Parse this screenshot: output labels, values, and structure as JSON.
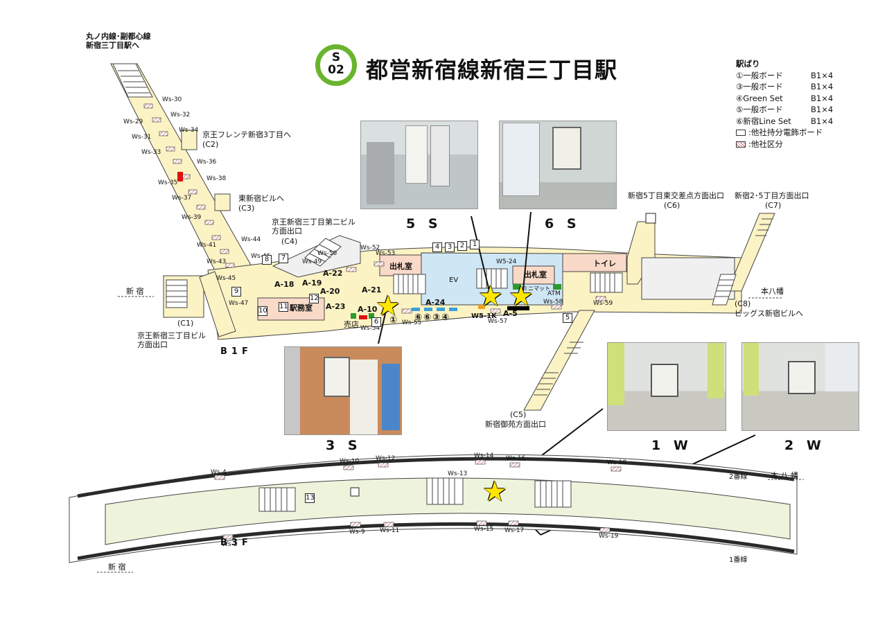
{
  "header": {
    "badge_line": "S",
    "badge_number": "02",
    "title": "都営新宿線新宿三丁目駅"
  },
  "legend": {
    "heading": "駅ばり",
    "rows": [
      {
        "name": "①一般ボード",
        "size": "B1×4"
      },
      {
        "name": "③一般ボード",
        "size": "B1×4"
      },
      {
        "name": "④Green Set",
        "size": "B1×4"
      },
      {
        "name": "⑤一般ボード",
        "size": "B1×4"
      },
      {
        "name": "⑥新宿Line Set",
        "size": "B1×4"
      }
    ],
    "other_board": ":他社持分電飾ボード",
    "other_area": ":他社区分"
  },
  "exits": {
    "c1": "(C1)",
    "c1_name": "京王新宿三丁目ビル\n方面出口",
    "c2": "(C2)",
    "c2_name": "京王フレンテ新宿3丁目へ",
    "c3": "(C3)",
    "c3_name": "東新宿ビルへ",
    "c4": "(C4)",
    "c4_name": "京王新宿三丁目第二ビル\n方面出口",
    "c5": "(C5)",
    "c5_name": "新宿御苑方面出口",
    "c6": "(C6)",
    "c6_name": "新宿5丁目東交差点方面出口",
    "c7": "(C7)",
    "c7_name": "新宿2･5丁目方面出口",
    "c8": "(C8)",
    "c8_name": "ビッグス新宿ビルへ",
    "marunouchi": "丸ノ内線･副都心線\n新宿三丁目駅へ"
  },
  "directions": {
    "shinjuku": "新 宿",
    "motoyawata": "本八幡",
    "shinjuku_b3": "新 宿",
    "motoyawata_b3": "本 八 幡"
  },
  "floors": {
    "b1": "B1F",
    "b3": "B3F"
  },
  "rooms": {
    "ticket_office_1": "出札室",
    "ticket_office_2": "出札室",
    "toilet": "トイレ",
    "station_office": "駅務室",
    "shop": "売店",
    "atm": "ATM",
    "ev": "EV",
    "minimart": "ミニマット",
    "platform_2": "2番線",
    "platform_1": "1番線"
  },
  "photos": [
    {
      "caption": "5 S"
    },
    {
      "caption": "6 S"
    },
    {
      "caption": "3 S"
    },
    {
      "caption": "1 W"
    },
    {
      "caption": "2 W"
    }
  ],
  "board_ids": {
    "b1_left": [
      "Ws-29",
      "Ws-31",
      "Ws-33",
      "Ws-35",
      "Ws-37",
      "Ws-39",
      "Ws-41",
      "Ws-43",
      "Ws-45",
      "Ws-47"
    ],
    "b1_right_col": [
      "Ws-30",
      "Ws-32",
      "Ws-34",
      "Ws-36",
      "Ws-38",
      "Ws-44",
      "Ws-46",
      "Ws-49",
      "Ws-50",
      "Ws-52",
      "Ws-53"
    ],
    "b1_misc": [
      "A-18",
      "A-19",
      "A-20",
      "A-22",
      "A-21",
      "A-23",
      "A-10",
      "A-24",
      "A-5",
      "Ws-54",
      "Ws-55",
      "Ws-57",
      "Ws-58",
      "Ws-59",
      "W5-24",
      "W5-1K"
    ],
    "b3": [
      "Ws-4",
      "Ws-10",
      "Ws-12",
      "Ws-14",
      "Ws-16",
      "Ws-18",
      "Ws-13",
      "Ws-3",
      "Ws-9",
      "Ws-11",
      "Ws-15",
      "Ws-17",
      "Ws-19"
    ]
  },
  "colors": {
    "concourse": "#fbf3c4",
    "paid_area": "#cfe6f5",
    "office": "#f9d9c8",
    "platform": "#eef3dc",
    "track": "#2a2a2a",
    "badge_ring": "#6ab42d",
    "star": "#ffe600"
  }
}
